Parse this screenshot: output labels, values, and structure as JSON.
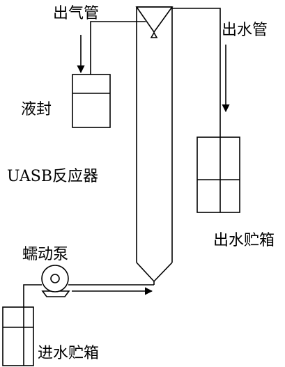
{
  "labels": {
    "gas_outlet": "出气管",
    "water_outlet": "出水管",
    "liquid_seal": "液封",
    "reactor": "UASB反应器",
    "effluent_tank": "出水贮箱",
    "pump": "蠕动泵",
    "influent_tank": "进水贮箱"
  }
}
